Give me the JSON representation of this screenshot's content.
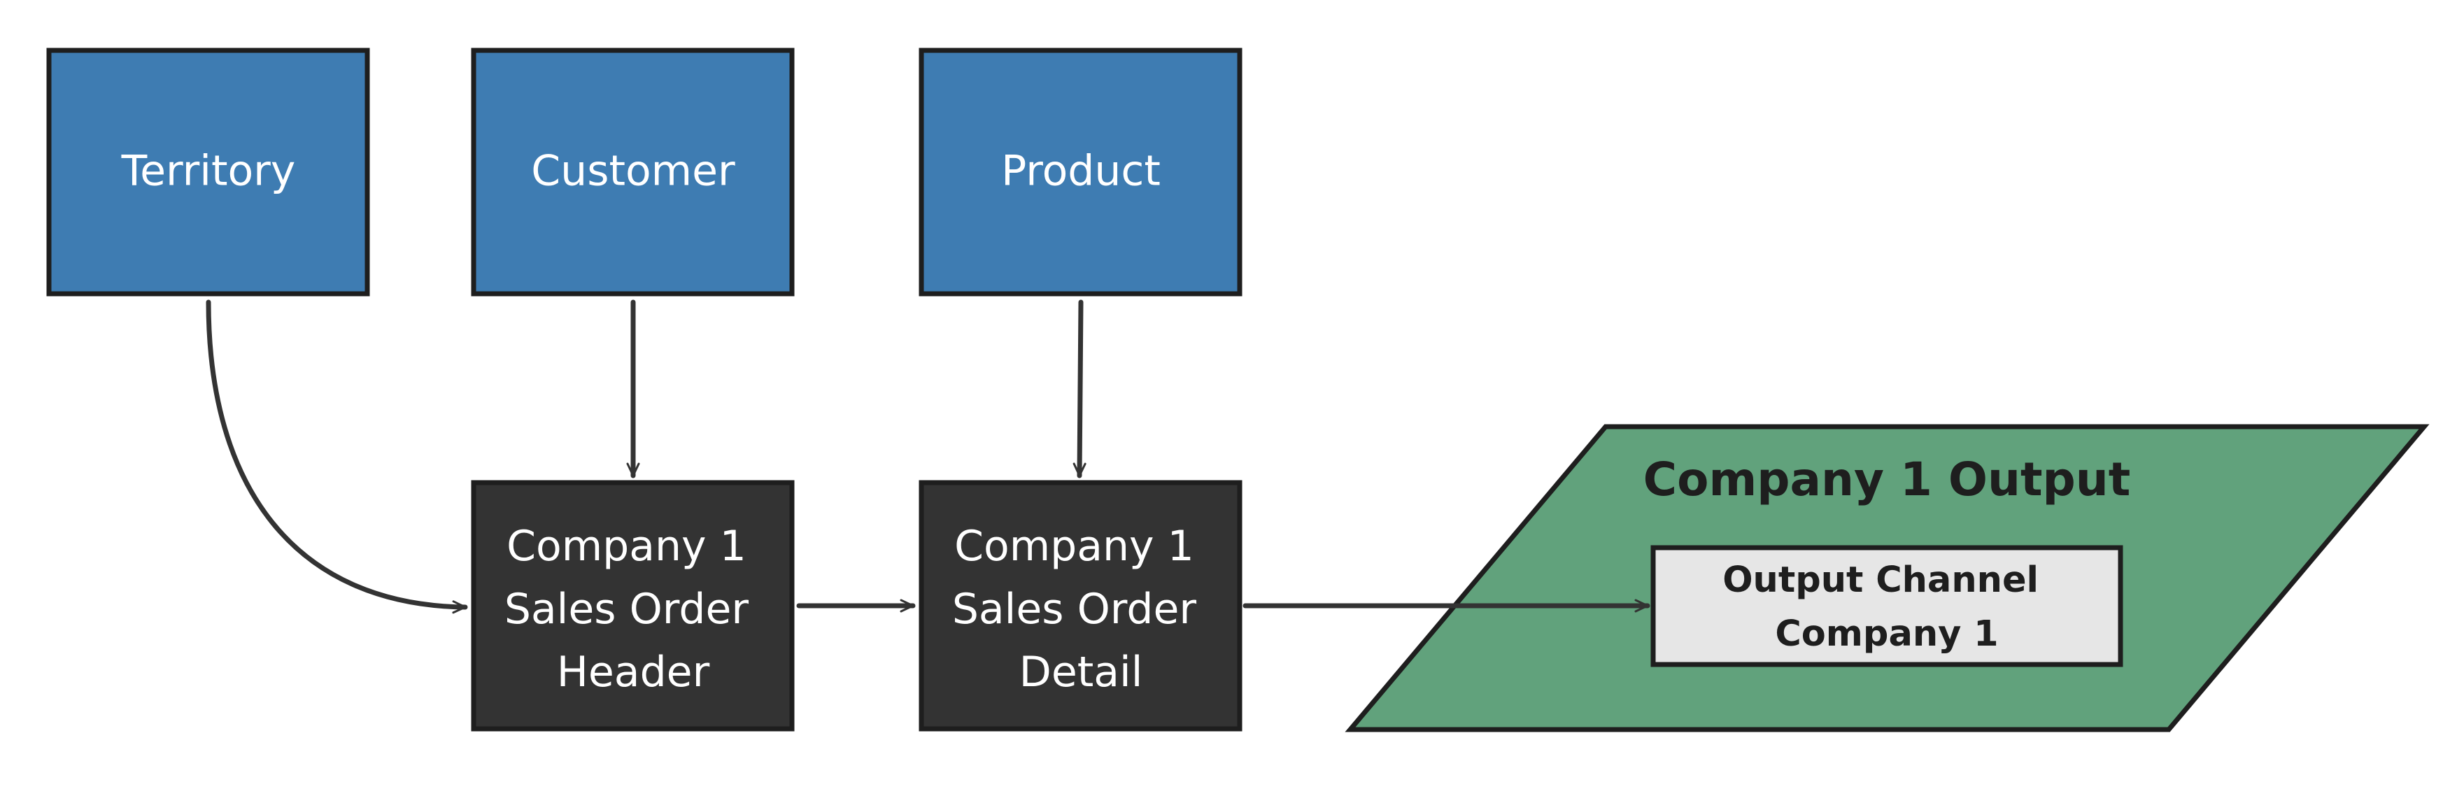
{
  "colors": {
    "source_fill": "#3e7cb2",
    "process_fill": "#333333",
    "output_fill": "#61a27c",
    "inner_fill": "#e6e6e6",
    "stroke": "#1e1e1e",
    "edge": "#333333"
  },
  "nodes": {
    "territory": {
      "label": "Territory"
    },
    "customer": {
      "label": "Customer"
    },
    "product": {
      "label": "Product"
    },
    "sales_order_header": {
      "lines": [
        "Company 1",
        "Sales Order",
        "Header"
      ]
    },
    "sales_order_detail": {
      "lines": [
        "Company 1",
        "Sales Order",
        "Detail"
      ]
    },
    "output_group": {
      "title": "Company 1 Output"
    },
    "output_channel": {
      "lines": [
        "Output Channel",
        "Company 1"
      ]
    }
  },
  "edges": [
    {
      "from": "territory",
      "to": "sales_order_header"
    },
    {
      "from": "customer",
      "to": "sales_order_header"
    },
    {
      "from": "product",
      "to": "sales_order_detail"
    },
    {
      "from": "sales_order_header",
      "to": "sales_order_detail"
    },
    {
      "from": "sales_order_detail",
      "to": "output_channel"
    }
  ]
}
